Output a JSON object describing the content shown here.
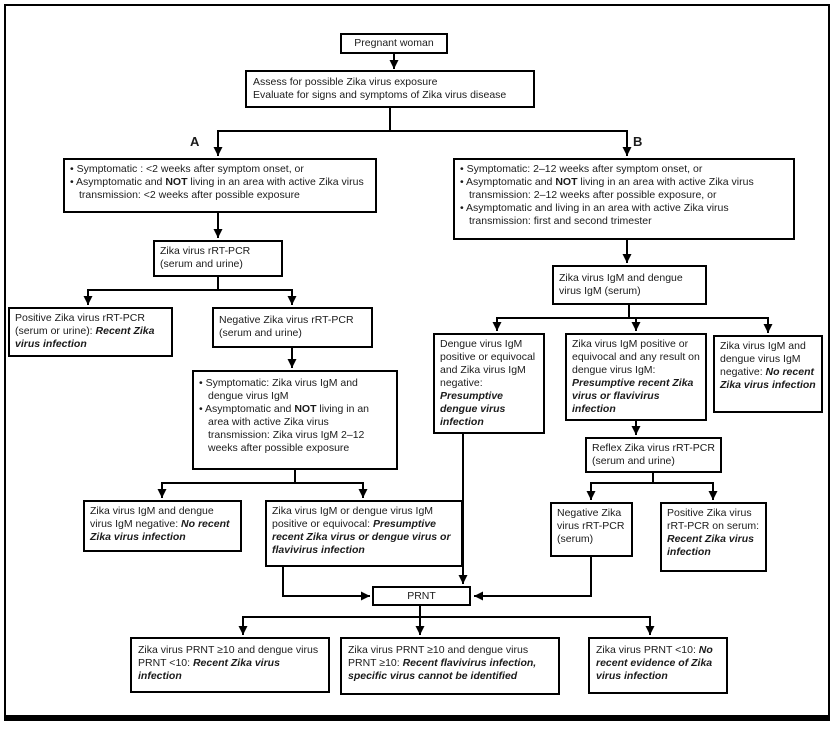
{
  "figure": {
    "branch_labels": {
      "a": "A",
      "b": "B"
    },
    "nodes": {
      "pregnant_woman": {
        "lines": [
          {
            "runs": [
              {
                "t": "Pregnant woman"
              }
            ]
          }
        ]
      },
      "assess": {
        "lines": [
          {
            "runs": [
              {
                "t": "Assess for possible Zika virus exposure"
              }
            ]
          },
          {
            "runs": [
              {
                "t": "Evaluate for signs and symptoms of Zika virus disease"
              }
            ]
          }
        ]
      },
      "branch_a_criteria": {
        "lines": [
          {
            "bullet": true,
            "runs": [
              {
                "t": "Symptomatic : <2 weeks after symptom onset, or"
              }
            ]
          },
          {
            "bullet": true,
            "runs": [
              {
                "t": "Asymptomatic and "
              },
              {
                "t": "NOT",
                "b": true
              },
              {
                "t": " living in an area with active Zika virus transmission: <2 weeks after possible exposure"
              }
            ]
          }
        ]
      },
      "branch_b_criteria": {
        "lines": [
          {
            "bullet": true,
            "runs": [
              {
                "t": "Symptomatic: 2–12 weeks after symptom onset, or"
              }
            ]
          },
          {
            "bullet": true,
            "runs": [
              {
                "t": "Asymptomatic and "
              },
              {
                "t": "NOT",
                "b": true
              },
              {
                "t": " living in an area with active Zika virus transmission: 2–12 weeks after possible exposure, or"
              }
            ]
          },
          {
            "bullet": true,
            "runs": [
              {
                "t": "Asymptomatic and living in an area with active Zika virus transmission: first and second trimester"
              }
            ]
          }
        ]
      },
      "zika_rrtpcr": {
        "lines": [
          {
            "runs": [
              {
                "t": "Zika virus rRT-PCR"
              }
            ]
          },
          {
            "runs": [
              {
                "t": "(serum and urine)"
              }
            ]
          }
        ]
      },
      "positive_rrtpcr_a": {
        "lines": [
          {
            "runs": [
              {
                "t": "Positive Zika virus rRT-PCR (serum or urine): "
              },
              {
                "t": "Recent Zika virus infection",
                "bi": true
              }
            ]
          }
        ]
      },
      "negative_rrtpcr_a": {
        "lines": [
          {
            "runs": [
              {
                "t": "Negative Zika virus rRT-PCR"
              }
            ]
          },
          {
            "runs": [
              {
                "t": "(serum and urine)"
              }
            ]
          }
        ]
      },
      "igm_testing_a": {
        "lines": [
          {
            "bullet": true,
            "runs": [
              {
                "t": "Symptomatic: Zika virus IgM and dengue virus IgM"
              }
            ]
          },
          {
            "bullet": true,
            "runs": [
              {
                "t": "Asymptomatic and "
              },
              {
                "t": "NOT",
                "b": true
              },
              {
                "t": " living in an area with active Zika virus transmission: Zika virus IgM 2–12 weeks after possible exposure"
              }
            ]
          }
        ]
      },
      "igm_negative_a": {
        "lines": [
          {
            "runs": [
              {
                "t": "Zika virus IgM and dengue virus IgM negative: "
              },
              {
                "t": "No recent Zika virus infection",
                "bi": true
              }
            ]
          }
        ]
      },
      "igm_positive_a": {
        "lines": [
          {
            "runs": [
              {
                "t": "Zika virus IgM or dengue virus IgM positive or equivocal: "
              },
              {
                "t": "Presumptive recent Zika virus or dengue virus or flavivirus infection",
                "bi": true
              }
            ]
          }
        ]
      },
      "igm_serum_b": {
        "lines": [
          {
            "runs": [
              {
                "t": "Zika virus IgM and dengue virus IgM (serum)"
              }
            ]
          }
        ]
      },
      "dengue_presumptive": {
        "lines": [
          {
            "runs": [
              {
                "t": "Dengue virus IgM positive or equivocal and Zika virus IgM negative: "
              },
              {
                "t": "Presumptive dengue virus infection",
                "bi": true
              }
            ]
          }
        ]
      },
      "zika_presumptive_b": {
        "lines": [
          {
            "runs": [
              {
                "t": "Zika virus IgM positive or equivocal and any result on dengue virus IgM: "
              },
              {
                "t": "Presumptive recent Zika virus or flavivirus infection",
                "bi": true
              }
            ]
          }
        ]
      },
      "igm_negative_b": {
        "lines": [
          {
            "runs": [
              {
                "t": "Zika virus IgM and dengue virus IgM negative: "
              },
              {
                "t": "No recent Zika virus infection",
                "bi": true
              }
            ]
          }
        ]
      },
      "reflex_rrtpcr": {
        "lines": [
          {
            "runs": [
              {
                "t": "Reflex Zika virus rRT-PCR"
              }
            ]
          },
          {
            "runs": [
              {
                "t": "(serum and urine)"
              }
            ]
          }
        ]
      },
      "negative_serum": {
        "lines": [
          {
            "runs": [
              {
                "t": "Negative Zika virus rRT-PCR (serum)"
              }
            ]
          }
        ]
      },
      "positive_serum": {
        "lines": [
          {
            "runs": [
              {
                "t": "Positive Zika virus rRT-PCR on serum: "
              },
              {
                "t": "Recent Zika virus infection",
                "bi": true
              }
            ]
          }
        ]
      },
      "prnt": {
        "lines": [
          {
            "runs": [
              {
                "t": "PRNT"
              }
            ]
          }
        ]
      },
      "prnt_zika_recent": {
        "lines": [
          {
            "runs": [
              {
                "t": "Zika virus PRNT ≥10 and dengue virus PRNT <10: "
              },
              {
                "t": "Recent Zika virus infection",
                "bi": true
              }
            ]
          }
        ]
      },
      "prnt_flavivirus": {
        "lines": [
          {
            "runs": [
              {
                "t": "Zika virus PRNT ≥10 and dengue virus PRNT ≥10: "
              },
              {
                "t": "Recent flavivirus infection, specific virus cannot be identified",
                "bi": true
              }
            ]
          }
        ]
      },
      "prnt_no_evidence": {
        "lines": [
          {
            "runs": [
              {
                "t": "Zika virus PRNT <10: "
              },
              {
                "t": "No recent evidence of Zika virus infection",
                "bi": true
              }
            ]
          }
        ]
      }
    }
  }
}
